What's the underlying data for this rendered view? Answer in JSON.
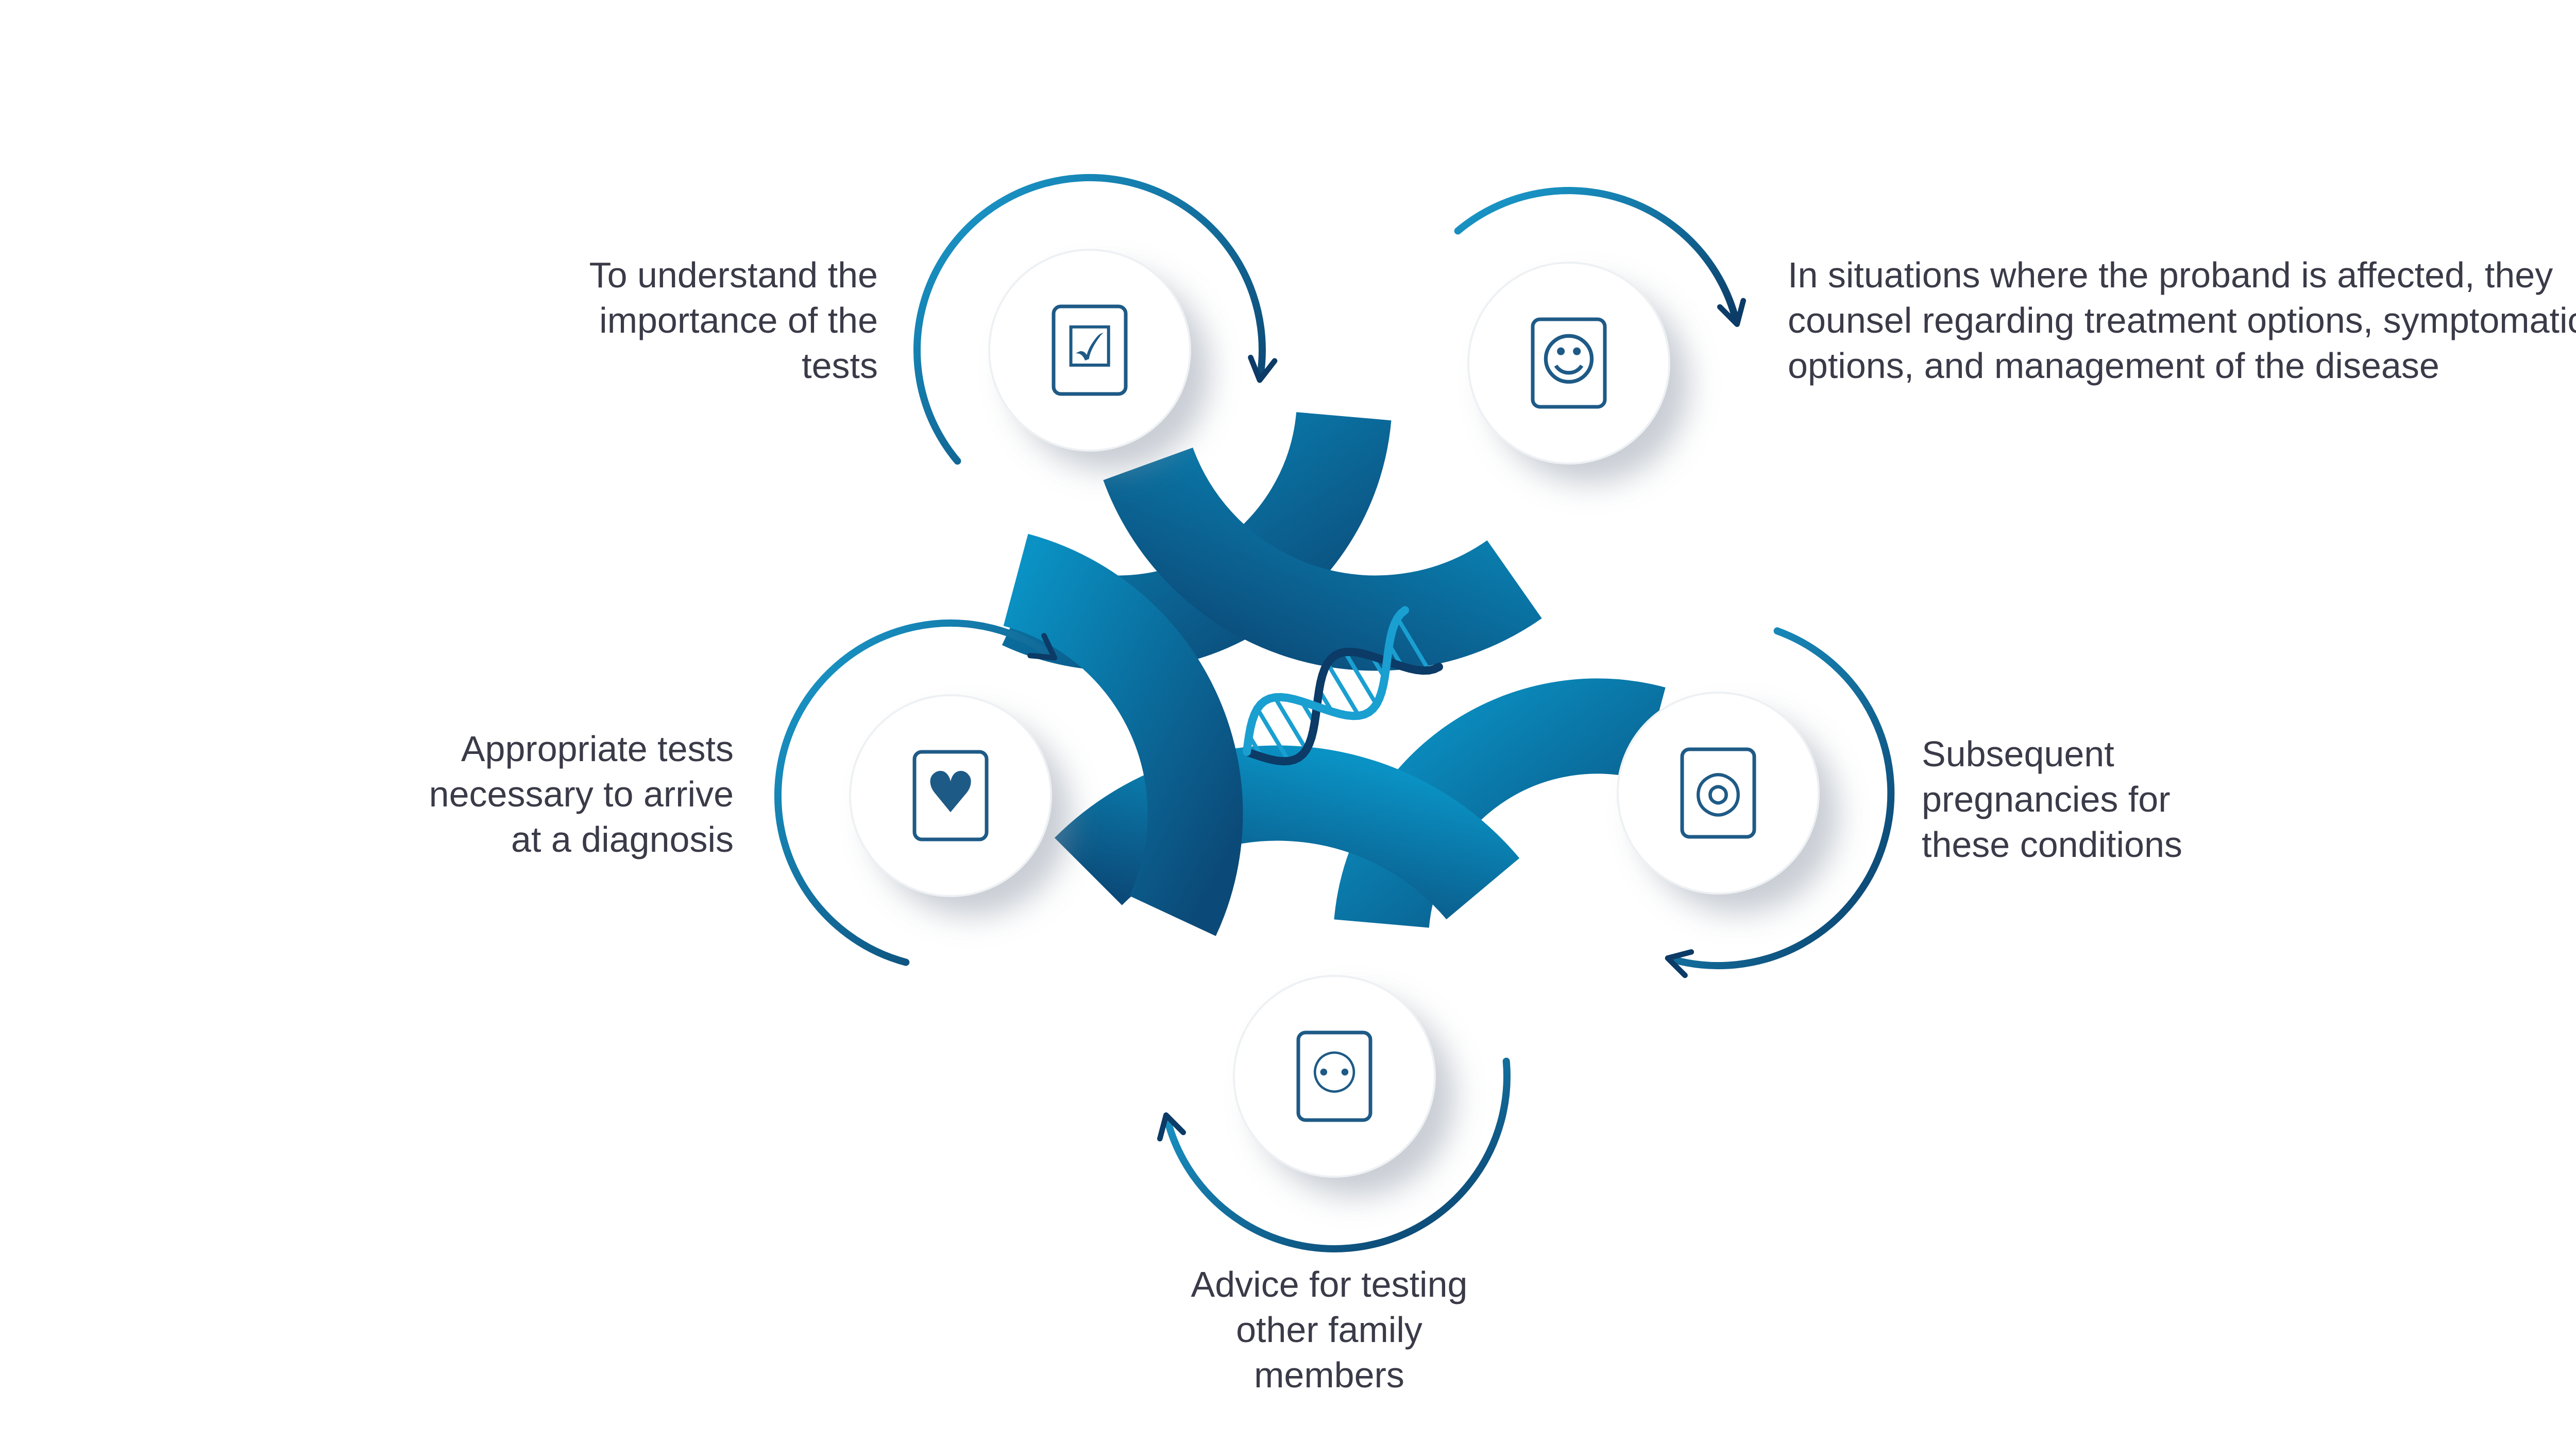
{
  "colors": {
    "ribbon_light": "#0a92c4",
    "ribbon_dark": "#0b4a78",
    "arrow_light": "#1a9fd1",
    "arrow_dark": "#0b3b66",
    "icon": "#1e5a86",
    "text": "#3a3a48"
  },
  "center_icon": "dna-icon",
  "steps": [
    {
      "id": "understand",
      "icon": "checklist-touch-icon",
      "lines": [
        "To understand the",
        "importance of the",
        "tests"
      ]
    },
    {
      "id": "treatment",
      "icon": "counseling-person-icon",
      "lines": [
        "In situations where the proband is affected, they",
        "counsel regarding treatment options, symptomatic",
        "options, and management of the disease"
      ]
    },
    {
      "id": "pregnancies",
      "icon": "fetus-dna-icon",
      "lines": [
        "Subsequent",
        "pregnancies for",
        "these conditions"
      ]
    },
    {
      "id": "family",
      "icon": "family-icon",
      "lines": [
        "Advice for testing",
        "other family",
        "members"
      ]
    },
    {
      "id": "diagnosis",
      "icon": "clipboard-heart-icon",
      "lines": [
        "Appropriate tests",
        "necessary to arrive",
        "at a diagnosis"
      ]
    }
  ]
}
